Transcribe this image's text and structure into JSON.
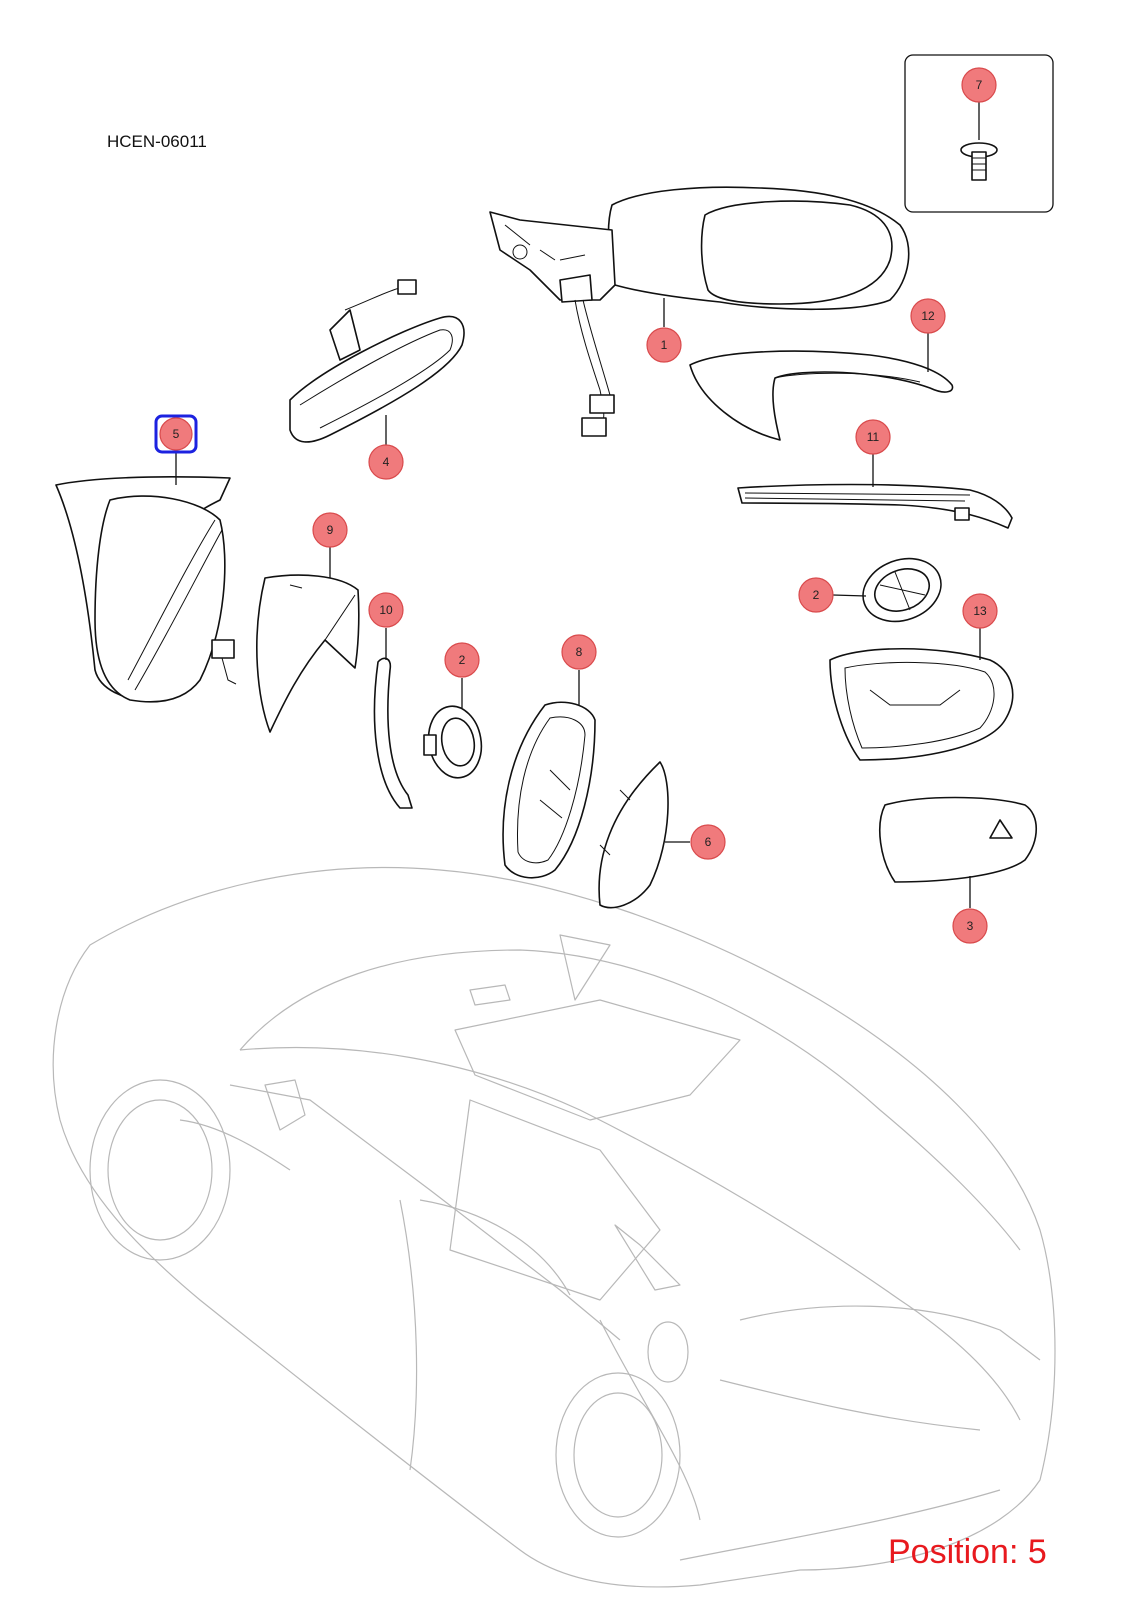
{
  "diagram_code": "HCEN-06011",
  "position_label": "Position: 5",
  "highlighted_callout": "5",
  "callouts": [
    "1",
    "2",
    "2",
    "3",
    "4",
    "5",
    "6",
    "7",
    "8",
    "9",
    "10",
    "11",
    "12",
    "13"
  ],
  "colors": {
    "callout_fill": "#f07a7c",
    "highlight_border": "#1c22e0",
    "position_text": "#e8191e"
  }
}
